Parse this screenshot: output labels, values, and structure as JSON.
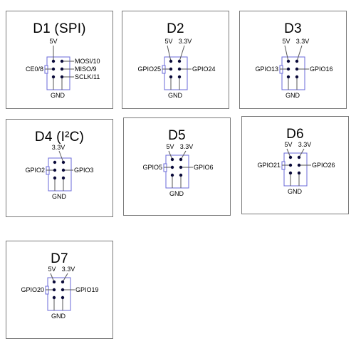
{
  "colors": {
    "header_body": "#6a6ad8",
    "pin": "#0a0a3a",
    "line": "#555555",
    "frame": "#7a7a7a"
  },
  "connectors": [
    {
      "title": "D1 (SPI)",
      "top_left": "5V",
      "top_right": "",
      "left": "CE0/8",
      "right_top": "MOSI/10",
      "right_mid": "MISO/9",
      "right_bot": "SCLK/11",
      "bottom": "GND"
    },
    {
      "title": "D2",
      "top_left": "5V",
      "top_right": "3.3V",
      "left": "GPIO25",
      "right_mid": "GPIO24",
      "bottom": "GND"
    },
    {
      "title": "D3",
      "top_left": "5V",
      "top_right": "3.3V",
      "left": "GPIO13",
      "right_mid": "GPIO16",
      "bottom": "GND"
    },
    {
      "title": "D4 (I²C)",
      "top_left": "",
      "top_right": "3.3V",
      "left": "GPIO2",
      "right_mid": "GPIO3",
      "bottom": "GND"
    },
    {
      "title": "D5",
      "top_left": "5V",
      "top_right": "3.3V",
      "left": "GPIO5",
      "right_mid": "GPIO6",
      "bottom": "GND"
    },
    {
      "title": "D6",
      "top_left": "5V",
      "top_right": "3.3V",
      "left": "GPIO21",
      "right_mid": "GPIO26",
      "bottom": "GND"
    },
    {
      "title": "D7",
      "top_left": "5V",
      "top_right": "3.3V",
      "left": "GPIO20",
      "right_mid": "GPIO19",
      "bottom": "GND"
    }
  ]
}
